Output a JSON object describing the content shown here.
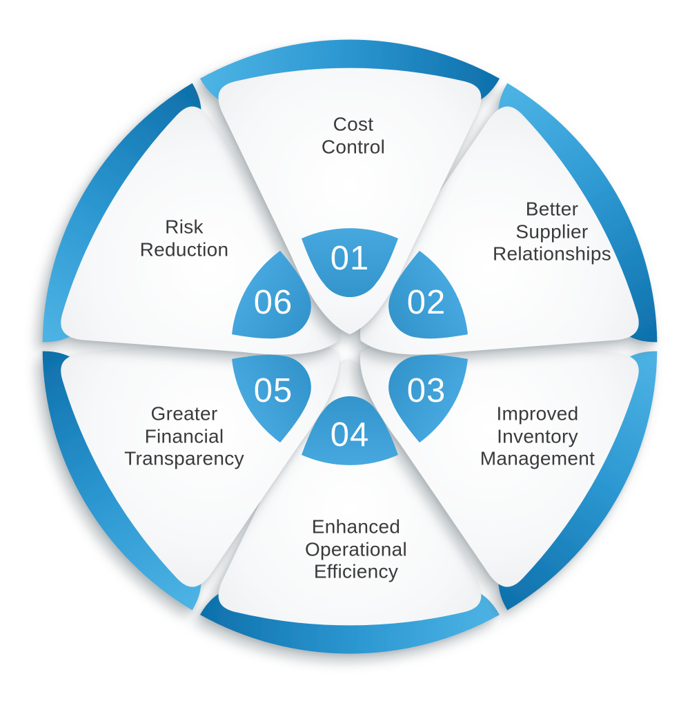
{
  "diagram": {
    "items": [
      {
        "number": "01",
        "label": "Cost\nControl"
      },
      {
        "number": "02",
        "label": "Better\nSupplier\nRelationships"
      },
      {
        "number": "03",
        "label": "Improved\nInventory\nManagement"
      },
      {
        "number": "04",
        "label": "Enhanced\nOperational\nEfficiency"
      },
      {
        "number": "05",
        "label": "Greater\nFinancial\nTransparency"
      },
      {
        "number": "06",
        "label": "Risk\nReduction"
      }
    ],
    "colors": {
      "arc_blue_light": "#4db3e4",
      "arc_blue_mid": "#2d98d2",
      "arc_blue_dark": "#0e70ab",
      "badge_blue": "#3ca1da",
      "petal_white": "#ffffff",
      "petal_gray": "#e7e8ea",
      "number_text": "#ffffff",
      "label_text": "#3a3a3c",
      "shadow": "#5b6670"
    }
  }
}
